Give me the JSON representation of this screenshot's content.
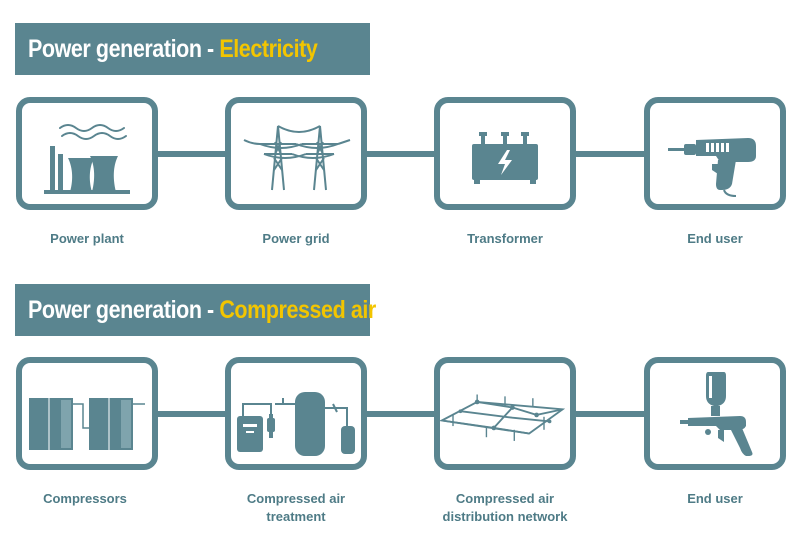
{
  "section_electricity": {
    "title_prefix": "Power generation - ",
    "title_accent": "Electricity",
    "steps": [
      {
        "label": "Power plant",
        "icon": "power-plant-icon"
      },
      {
        "label": "Power grid",
        "icon": "power-grid-icon"
      },
      {
        "label": "Transformer",
        "icon": "transformer-icon"
      },
      {
        "label": "End user",
        "icon": "power-drill-icon"
      }
    ]
  },
  "section_air": {
    "title_prefix": "Power generation - ",
    "title_accent": "Compressed air",
    "steps": [
      {
        "label": "Compressors",
        "icon": "compressors-icon"
      },
      {
        "label_line1": "Compressed air",
        "label_line2": "treatment",
        "icon": "air-treatment-icon"
      },
      {
        "label_line1": "Compressed air",
        "label_line2": "distribution network",
        "icon": "distribution-network-icon"
      },
      {
        "label": "End user",
        "icon": "spray-gun-icon"
      }
    ]
  },
  "colors": {
    "primary": "#5a8590",
    "accent": "#f3c500",
    "label": "#4e7b86",
    "background": "#ffffff"
  }
}
